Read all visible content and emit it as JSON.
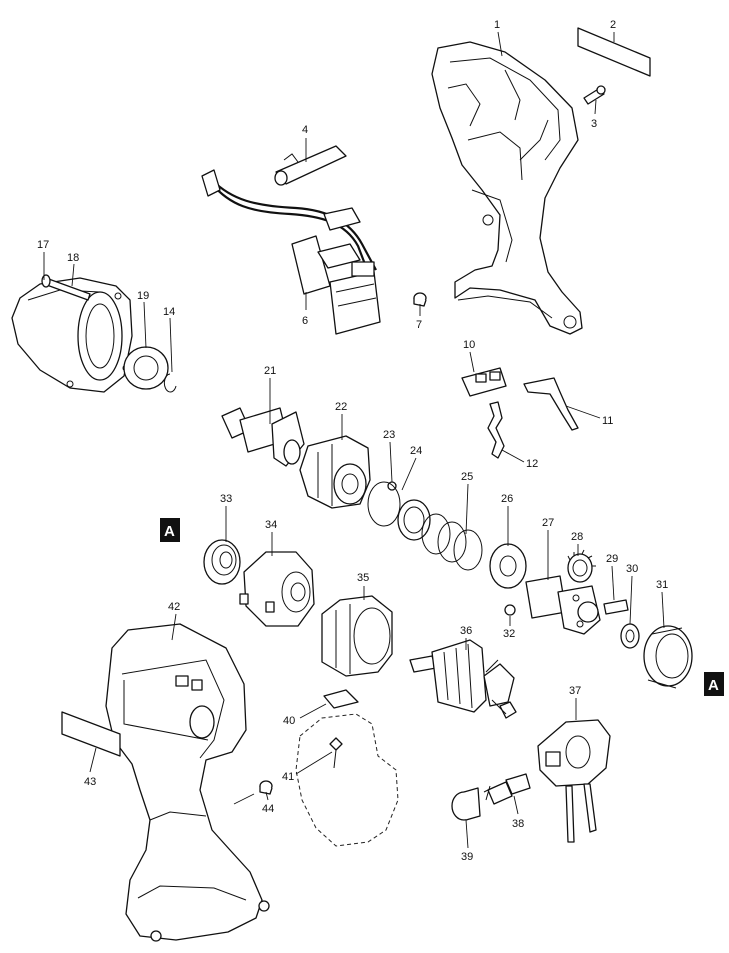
{
  "diagram": {
    "callouts": [
      "1",
      "2",
      "3",
      "4",
      "6",
      "7",
      "10",
      "11",
      "12",
      "14",
      "17",
      "18",
      "19",
      "21",
      "22",
      "23",
      "24",
      "25",
      "26",
      "27",
      "28",
      "29",
      "30",
      "31",
      "32",
      "33",
      "34",
      "35",
      "36",
      "37",
      "38",
      "39",
      "40",
      "41",
      "42",
      "43",
      "44"
    ],
    "reference_marker": "A"
  }
}
